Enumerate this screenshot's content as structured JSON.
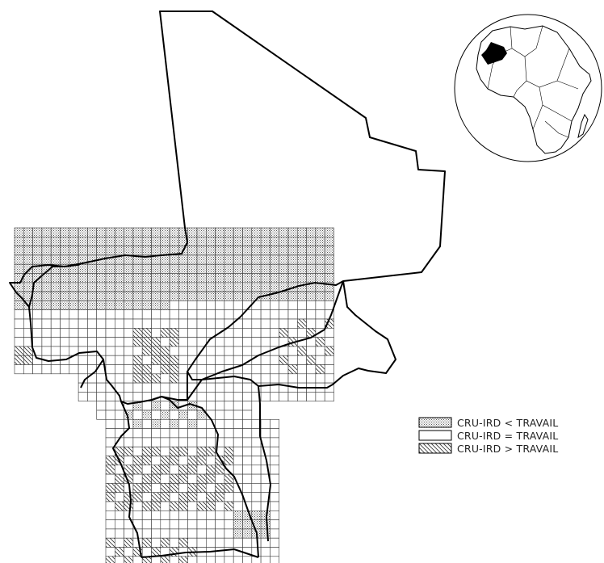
{
  "legend": {
    "items": [
      {
        "label": "CRU-IRD < TRAVAIL",
        "pattern": "dots"
      },
      {
        "label": "CRU-IRD = TRAVAIL",
        "pattern": "blank"
      },
      {
        "label": "CRU-IRD > TRAVAIL",
        "pattern": "hatch"
      }
    ]
  },
  "colors": {
    "background": "#ffffff",
    "lines": "#000000",
    "grid": "#3a3a3a",
    "inset_fill": "#000000"
  },
  "icons": [
    "africa-locator-globe"
  ]
}
